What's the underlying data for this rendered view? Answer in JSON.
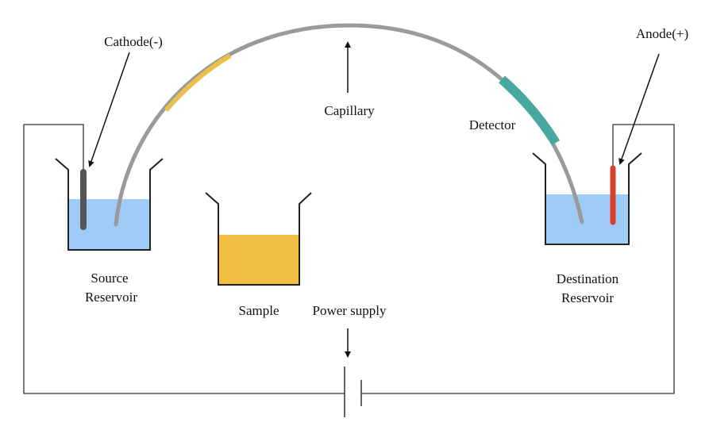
{
  "labels": {
    "cathode": "Cathode(-)",
    "anode": "Anode(+)",
    "capillary": "Capillary",
    "detector": "Detector",
    "source_line1": "Source",
    "source_line2": "Reservoir",
    "sample": "Sample",
    "power_supply": "Power supply",
    "destination_line1": "Destination",
    "destination_line2": "Reservoir"
  },
  "colors": {
    "buffer": "#9fcbf7",
    "sample": "#f0bf41",
    "capillary": "#9a9a9a",
    "capillary_sample_zone": "#ebc04a",
    "detector": "#46a89e",
    "cathode": "#555555",
    "anode": "#d7402b",
    "wire": "#333333",
    "beaker_outline": "#222222"
  }
}
